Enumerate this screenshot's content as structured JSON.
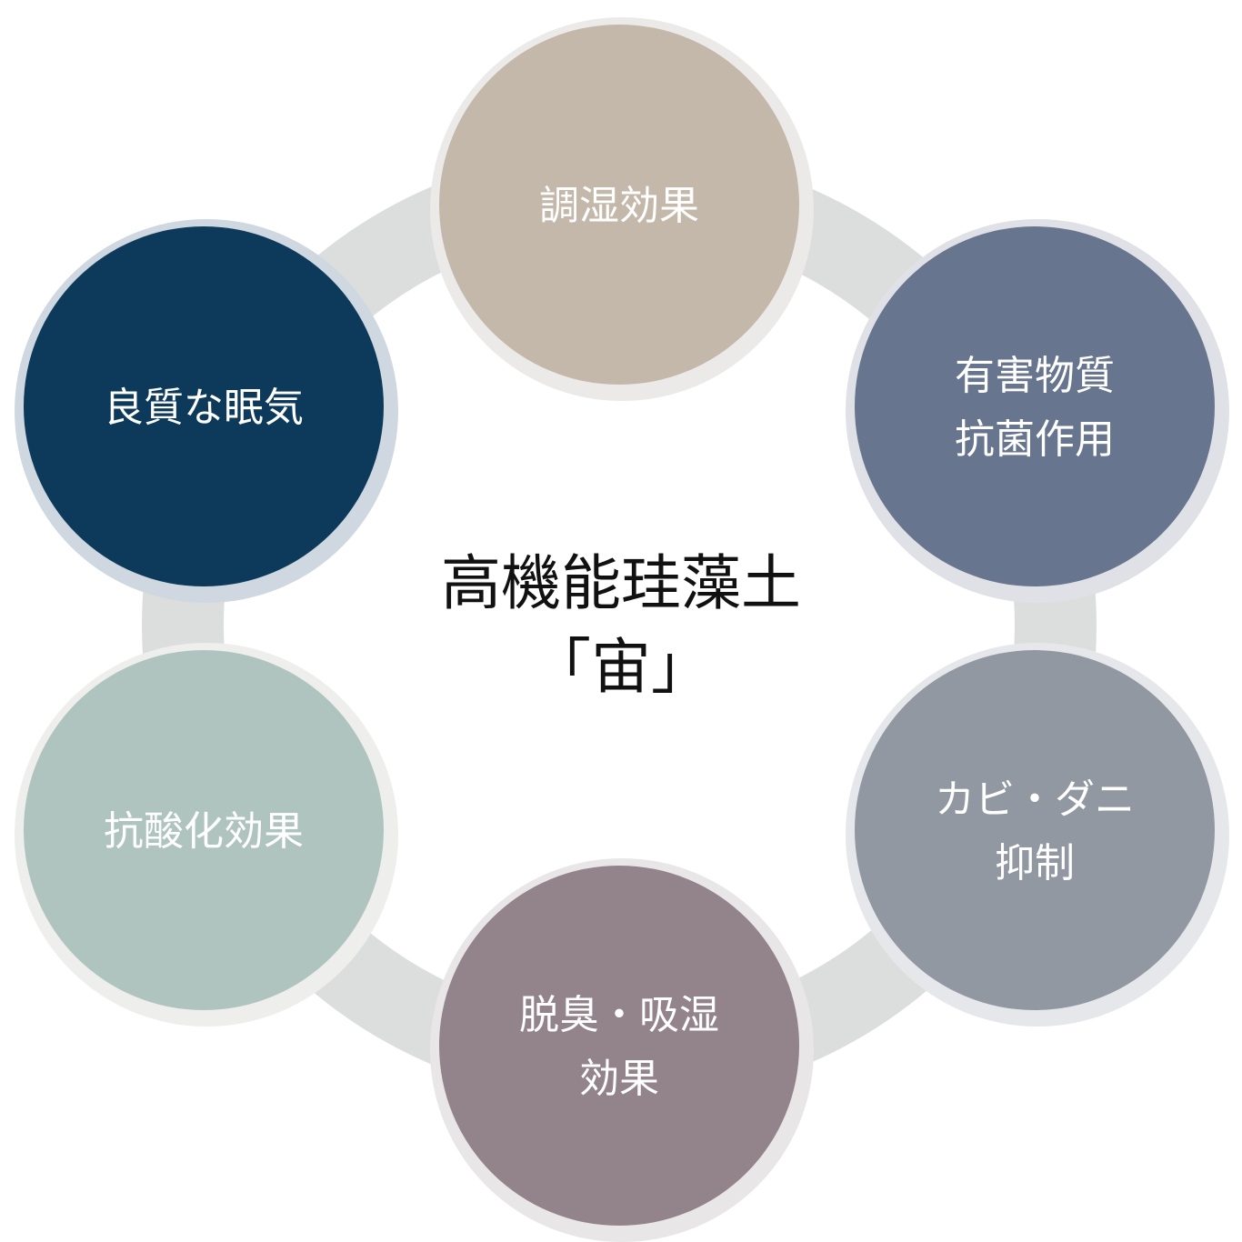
{
  "title": {
    "line1": "高機能珪藻土",
    "line2": "「宙」"
  },
  "ring_color": "#dcdedd",
  "nodes": [
    {
      "lines": [
        "調湿効果"
      ],
      "color": "#c3b8aa",
      "halo": "#ebeae8"
    },
    {
      "lines": [
        "有害物質",
        "抗菌作用"
      ],
      "color": "#68758e",
      "halo": "#dfe1e6"
    },
    {
      "lines": [
        "カビ・ダニ",
        "抑制"
      ],
      "color": "#9198a2",
      "halo": "#e6e7ea"
    },
    {
      "lines": [
        "脱臭・吸湿",
        "効果"
      ],
      "color": "#93838b",
      "halo": "#e8e6e7"
    },
    {
      "lines": [
        "抗酸化効果"
      ],
      "color": "#b0c4bf",
      "halo": "#eeeeec"
    },
    {
      "lines": [
        "良質な眠気"
      ],
      "color": "#0d3a5b",
      "halo": "#cfd8e0"
    }
  ]
}
